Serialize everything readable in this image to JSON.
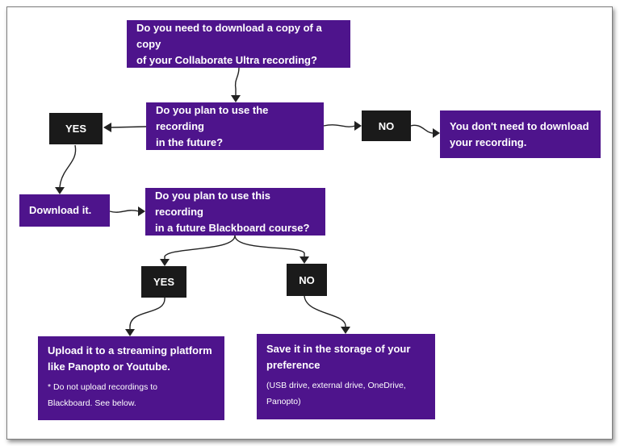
{
  "nodes": {
    "q1": [
      "Do you need to download a copy of a copy",
      "of your Collaborate Ultra recording?"
    ],
    "q2": [
      "Do you plan to use the recording",
      "in the future?"
    ],
    "no_download": [
      "You don't need to download",
      "your recording."
    ],
    "download": "Download it.",
    "q3": [
      "Do you plan to use this recording",
      "in a future Blackboard course?"
    ],
    "upload": {
      "lines": [
        "Upload it to a streaming platform",
        "like Panopto or Youtube."
      ],
      "note": [
        "* Do not upload recordings to",
        "Blackboard. See below."
      ]
    },
    "save": {
      "lines": [
        "Save it in the storage of your",
        "preference"
      ],
      "note": [
        "(USB drive, external drive, OneDrive,",
        "Panopto)"
      ]
    }
  },
  "badges": {
    "yes_1": "YES",
    "no_1": "NO",
    "yes_2": "YES",
    "no_2": "NO"
  },
  "colors": {
    "node_fill": "#4e148c",
    "badge_fill": "#1a1a1a",
    "text": "#ffffff",
    "connector": "#222222"
  }
}
